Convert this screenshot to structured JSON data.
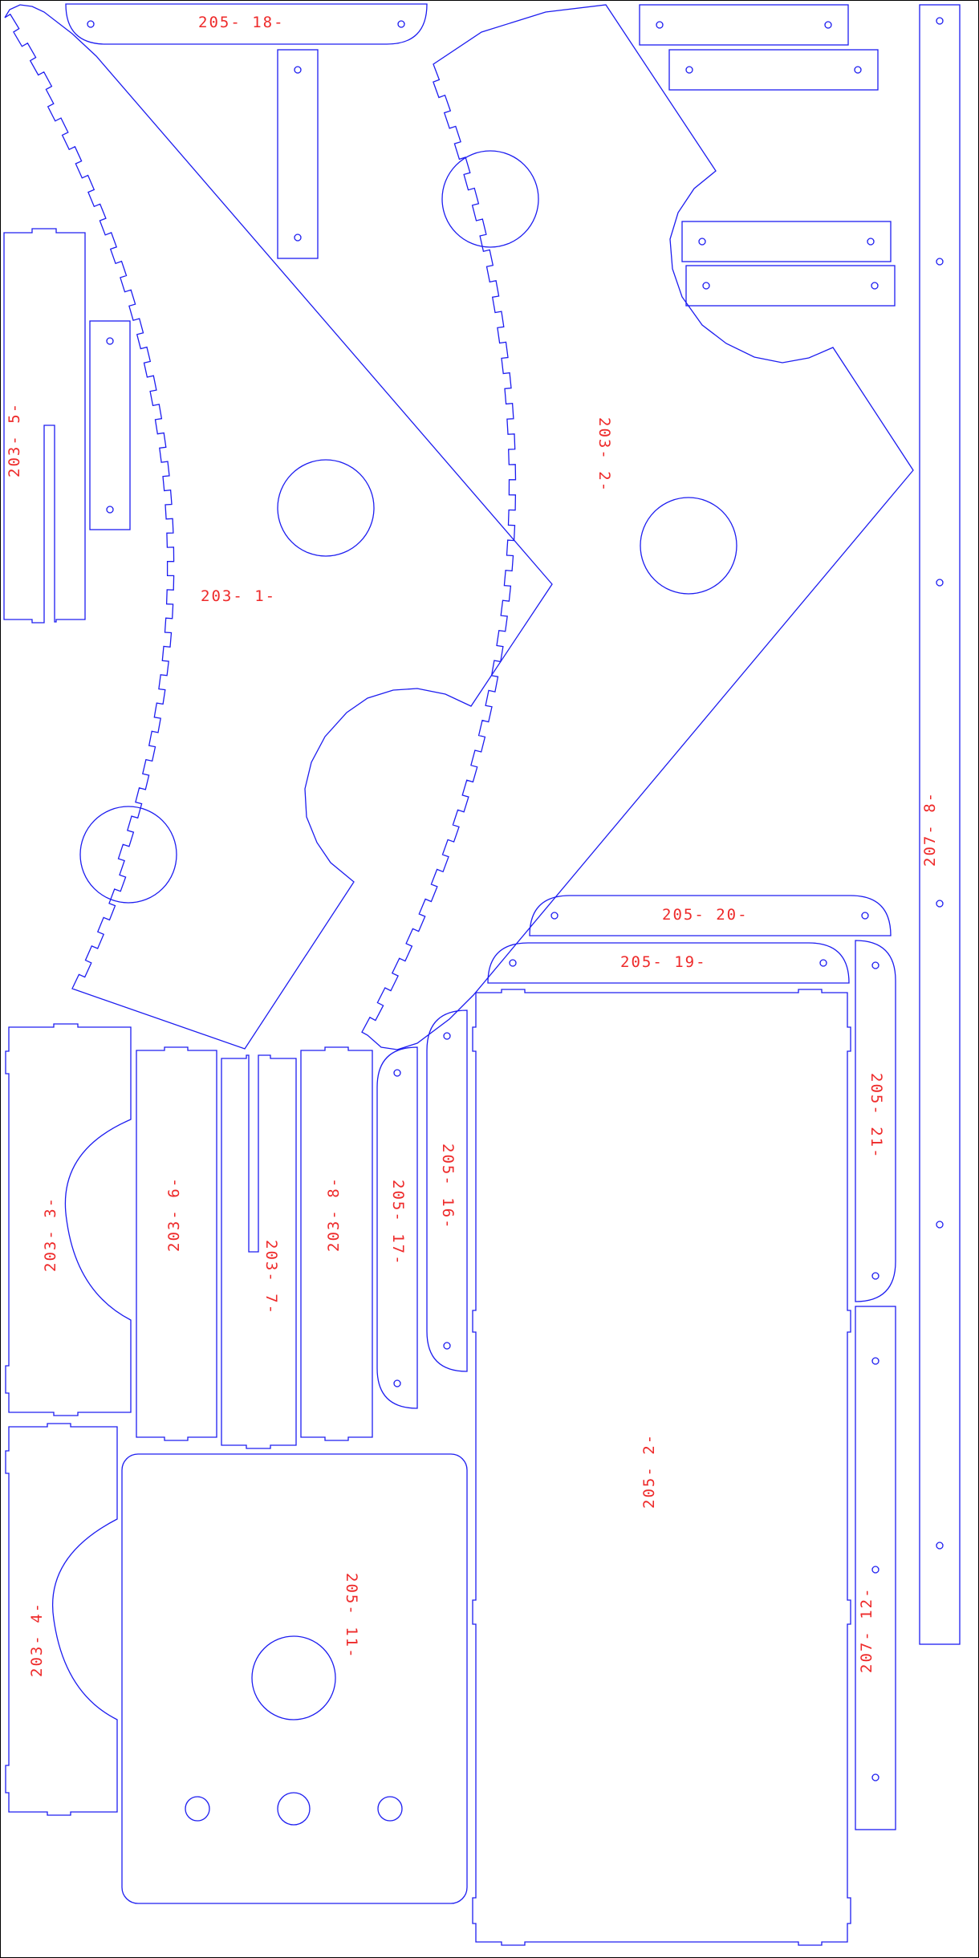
{
  "labels": {
    "p203_1": "203- 1-",
    "p203_2": "203- 2-",
    "p203_3": "203- 3-",
    "p203_4": "203- 4-",
    "p203_5": "203- 5-",
    "p203_6": "203- 6-",
    "p203_7": "203- 7-",
    "p203_8": "203- 8-",
    "p205_2": "205- 2-",
    "p205_11": "205- 11-",
    "p205_16": "205- 16-",
    "p205_17": "205- 17-",
    "p205_18": "205- 18-",
    "p205_19": "205- 19-",
    "p205_20": "205- 20-",
    "p205_21": "205- 21-",
    "p207_8": "207- 8-",
    "p207_12": "207- 12-"
  },
  "colors": {
    "cut_line": "#1d1df0",
    "part_label": "#ee2a2a",
    "background": "#ffffff"
  }
}
